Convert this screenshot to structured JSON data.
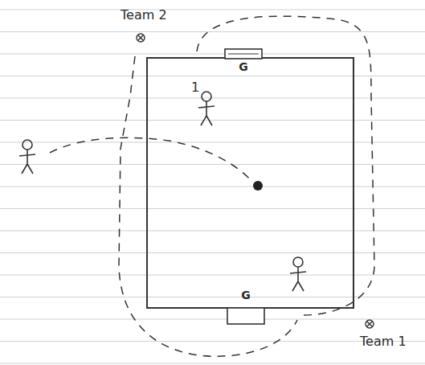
{
  "diagram": {
    "nodes": [
      {
        "text": [
          "G"
        ]
      },
      {
        "text": [
          "G"
        ]
      }
    ],
    "edges": [],
    "labels": [
      "Team 2",
      "1",
      "Team 1"
    ]
  }
}
